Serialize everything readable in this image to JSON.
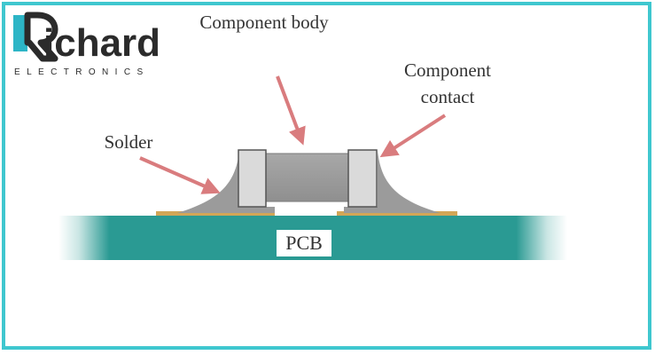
{
  "logo": {
    "wordmark": "ichard",
    "tagline": "ELECTRONICS",
    "monogram": "R",
    "accent_color": "#2cb5c6",
    "dark_color": "#2b2b2b"
  },
  "diagram": {
    "labels": {
      "component_body": "Component body",
      "component_contact": "Component contact",
      "solder": "Solder",
      "pcb": "PCB"
    },
    "colors": {
      "frame_border": "#3fc7cf",
      "pcb": "#2a9a93",
      "component_body": "#9d9d9d",
      "component_contact": "#dadada",
      "solder": "#9b9b9b",
      "pads": "#d2a657",
      "arrows": "#d97c7e"
    }
  }
}
